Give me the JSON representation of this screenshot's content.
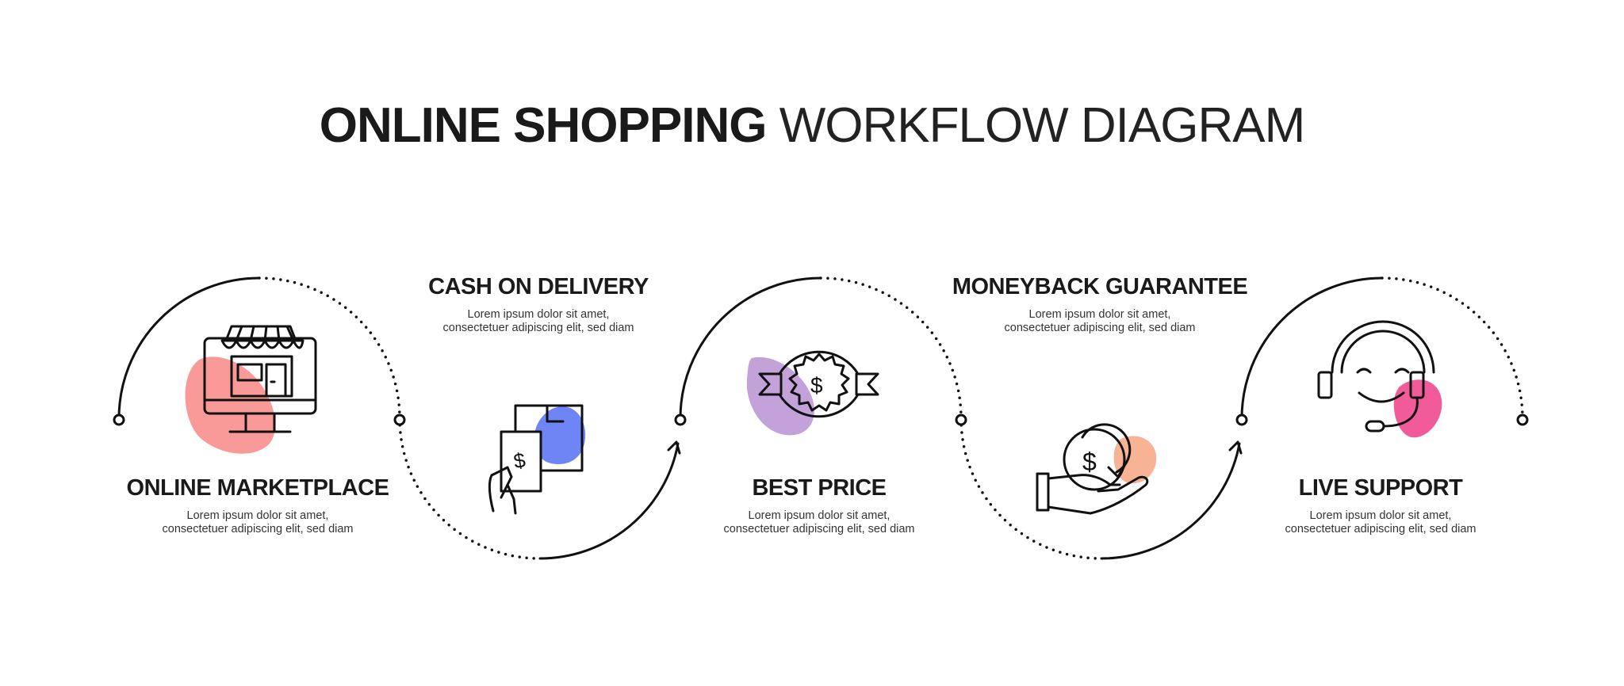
{
  "title": {
    "bold": "ONLINE SHOPPING",
    "light": "WORKFLOW DIAGRAM"
  },
  "colors": {
    "line": "#111111",
    "blob_marketplace": "#f99a98",
    "blob_cash": "#6f85f5",
    "blob_price": "#c2a2d8",
    "blob_moneyback": "#f8b294",
    "blob_support": "#f25b9a"
  },
  "steps": [
    {
      "title": "ONLINE MARKETPLACE",
      "desc": "Lorem ipsum dolor sit amet, consectetuer adipiscing elit, sed diam",
      "icon": "storefront-monitor-icon"
    },
    {
      "title": "CASH ON DELIVERY",
      "desc": "Lorem ipsum dolor sit amet, consectetuer adipiscing elit, sed diam",
      "icon": "hand-cash-icon"
    },
    {
      "title": "BEST PRICE",
      "desc": "Lorem ipsum dolor sit amet, consectetuer adipiscing elit, sed diam",
      "icon": "price-badge-icon"
    },
    {
      "title": "MONEYBACK GUARANTEE",
      "desc": "Lorem ipsum dolor sit amet, consectetuer adipiscing elit, sed diam",
      "icon": "hand-coin-refund-icon"
    },
    {
      "title": "LIVE SUPPORT",
      "desc": "Lorem ipsum dolor sit amet, consectetuer adipiscing elit, sed diam",
      "icon": "headset-support-icon"
    }
  ]
}
